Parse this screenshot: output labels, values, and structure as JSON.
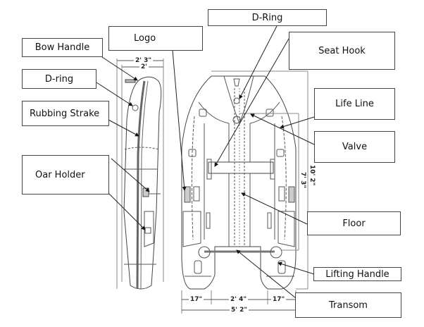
{
  "labels": {
    "bow_handle": "Bow Handle",
    "d_ring_side": "D-ring",
    "rubbing_strake": "Rubbing Strake",
    "oar_holder": "Oar Holder",
    "logo": "Logo",
    "d_ring_top": "D-Ring",
    "seat_hook": "Seat Hook",
    "life_line": "Life Line",
    "valve": "Valve",
    "floor": "Floor",
    "lifting_handle": "Lifting Handle",
    "transom": "Transom"
  },
  "dimensions": {
    "side_outer_width": "2' 3\"",
    "side_inner_width": "2'",
    "overall_length": "10' 2\"",
    "inner_length": "7' 3\"",
    "tube_left": "17\"",
    "transom_width": "2' 4\"",
    "tube_right": "17\"",
    "overall_width": "5' 2\""
  },
  "colors": {
    "line": "#333333",
    "box_border": "#444444"
  }
}
